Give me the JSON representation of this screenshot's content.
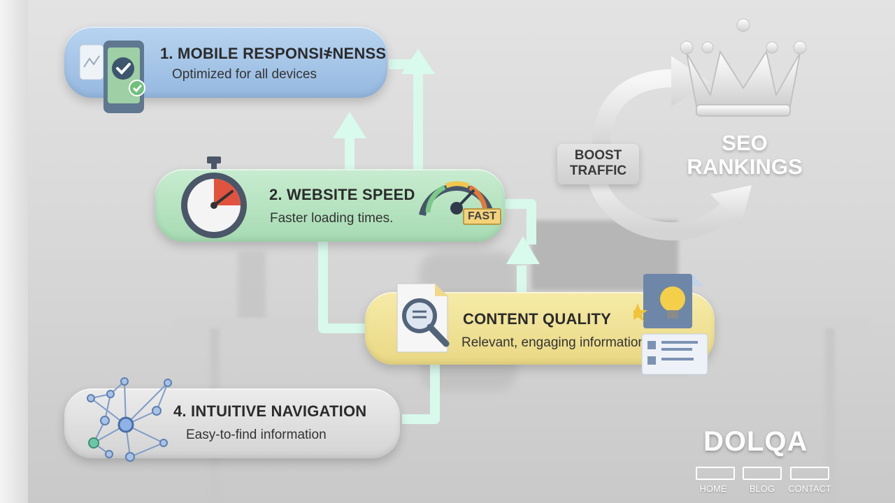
{
  "steps": [
    {
      "title": "1. MOBILE RESPONSI҂NENSS",
      "subtitle": "Optimized for all devices"
    },
    {
      "title": "2. WEBSITE SPEED",
      "subtitle": "Faster loading times."
    },
    {
      "title": "CONTENT QUALITY",
      "subtitle": "Relevant, engaging information"
    },
    {
      "title": "4. INTUITIVE NAVIGATION",
      "subtitle": "Easy-to-find information"
    }
  ],
  "gauge_label": "FAST",
  "boost_label_line1": "BOOST",
  "boost_label_line2": "TRAFFIC",
  "seo_label_line1": "SEO",
  "seo_label_line2": "RANKINGS",
  "brand": "DOLQA",
  "nav": {
    "home": "HOME",
    "blog": "BLOG",
    "contact": "CONTACT"
  },
  "colors": {
    "step1": "#a7c6e8",
    "step2": "#b7e4c1",
    "step3": "#f0e196",
    "step4": "#e0e0e0",
    "connector": "#d9fbee"
  },
  "icons": [
    "phone-check-icon",
    "stopwatch-icon",
    "speed-gauge-icon",
    "document-search-icon",
    "lightbulb-card-icon",
    "network-graph-icon",
    "crown-icon",
    "cycle-arrow-icon"
  ]
}
